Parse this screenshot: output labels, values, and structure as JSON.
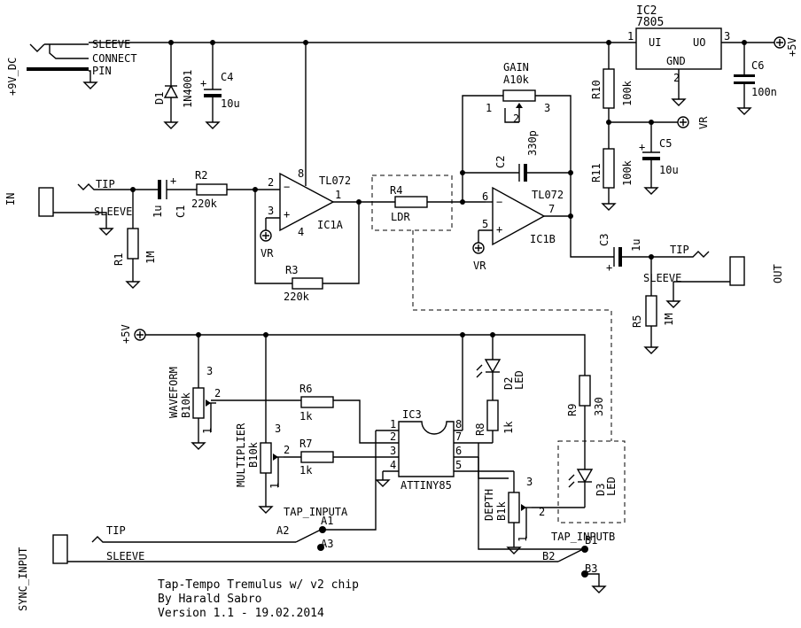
{
  "title": {
    "line1": "Tap-Tempo Tremulus w/ v2 chip",
    "line2": "By Harald Sabro",
    "line3": "Version 1.1 - 19.02.2014"
  },
  "power": {
    "supply_label": "+9V_DC",
    "sleeve": "SLEEVE",
    "connect": "CONNECT",
    "pin": "PIN",
    "plus5v": "+5V",
    "vr": "VR"
  },
  "regulator": {
    "ref": "IC2",
    "part": "7805",
    "ui": "UI",
    "uo": "UO",
    "gnd": "GND",
    "pin1": "1",
    "pin2": "2",
    "pin3": "3"
  },
  "components": {
    "d1": {
      "ref": "D1",
      "value": "1N4001"
    },
    "c4": {
      "ref": "C4",
      "value": "10u"
    },
    "c5": {
      "ref": "C5",
      "value": "10u"
    },
    "c6": {
      "ref": "C6",
      "value": "100n"
    },
    "r10": {
      "ref": "R10",
      "value": "100k"
    },
    "r11": {
      "ref": "R11",
      "value": "100k"
    },
    "c1": {
      "ref": "C1",
      "value": "1u"
    },
    "r1": {
      "ref": "R1",
      "value": "1M"
    },
    "r2": {
      "ref": "R2",
      "value": "220k"
    },
    "r3": {
      "ref": "R3",
      "value": "220k"
    },
    "r4": {
      "ref": "R4",
      "value": "LDR"
    },
    "c2": {
      "ref": "C2",
      "value": "330p"
    },
    "gain": {
      "label": "GAIN",
      "value": "A10k",
      "pin1": "1",
      "pin2": "2",
      "pin3": "3"
    },
    "c3": {
      "ref": "C3",
      "value": "1u"
    },
    "r5": {
      "ref": "R5",
      "value": "1M"
    },
    "waveform": {
      "label": "WAVEFORM",
      "value": "B10k"
    },
    "multiplier": {
      "label": "MULTIPLIER",
      "value": "B10k"
    },
    "r6": {
      "ref": "R6",
      "value": "1k"
    },
    "r7": {
      "ref": "R7",
      "value": "1k"
    },
    "r8": {
      "ref": "R8",
      "value": "1k"
    },
    "r9": {
      "ref": "R9",
      "value": "330"
    },
    "d2": {
      "ref": "D2",
      "value": "LED"
    },
    "d3": {
      "ref": "D3",
      "value": "LED"
    },
    "depth": {
      "label": "DEPTH",
      "value": "B1k"
    },
    "ic3": {
      "ref": "IC3",
      "part": "ATTINY85"
    }
  },
  "opamps": {
    "ic1a": {
      "ref": "IC1A",
      "part": "TL072",
      "pin1": "1",
      "pin2": "2",
      "pin3": "3",
      "pin4": "4",
      "pin8": "8"
    },
    "ic1b": {
      "ref": "IC1B",
      "part": "TL072",
      "pin5": "5",
      "pin6": "6",
      "pin7": "7"
    }
  },
  "pins": {
    "p1": "1",
    "p2": "2",
    "p3": "3",
    "p4": "4",
    "p5": "5",
    "p6": "6",
    "p7": "7",
    "p8": "8"
  },
  "jacks": {
    "in": "IN",
    "out": "OUT",
    "tip": "TIP",
    "sleeve": "SLEEVE",
    "sync": "SYNC_INPUT",
    "tap_a": "TAP_INPUTA",
    "tap_b": "TAP_INPUTB",
    "a1": "A1",
    "a2": "A2",
    "a3": "A3",
    "b1": "B1",
    "b2": "B2",
    "b3": "B3"
  },
  "colors": {
    "ink": "#000000",
    "paper": "#ffffff"
  }
}
